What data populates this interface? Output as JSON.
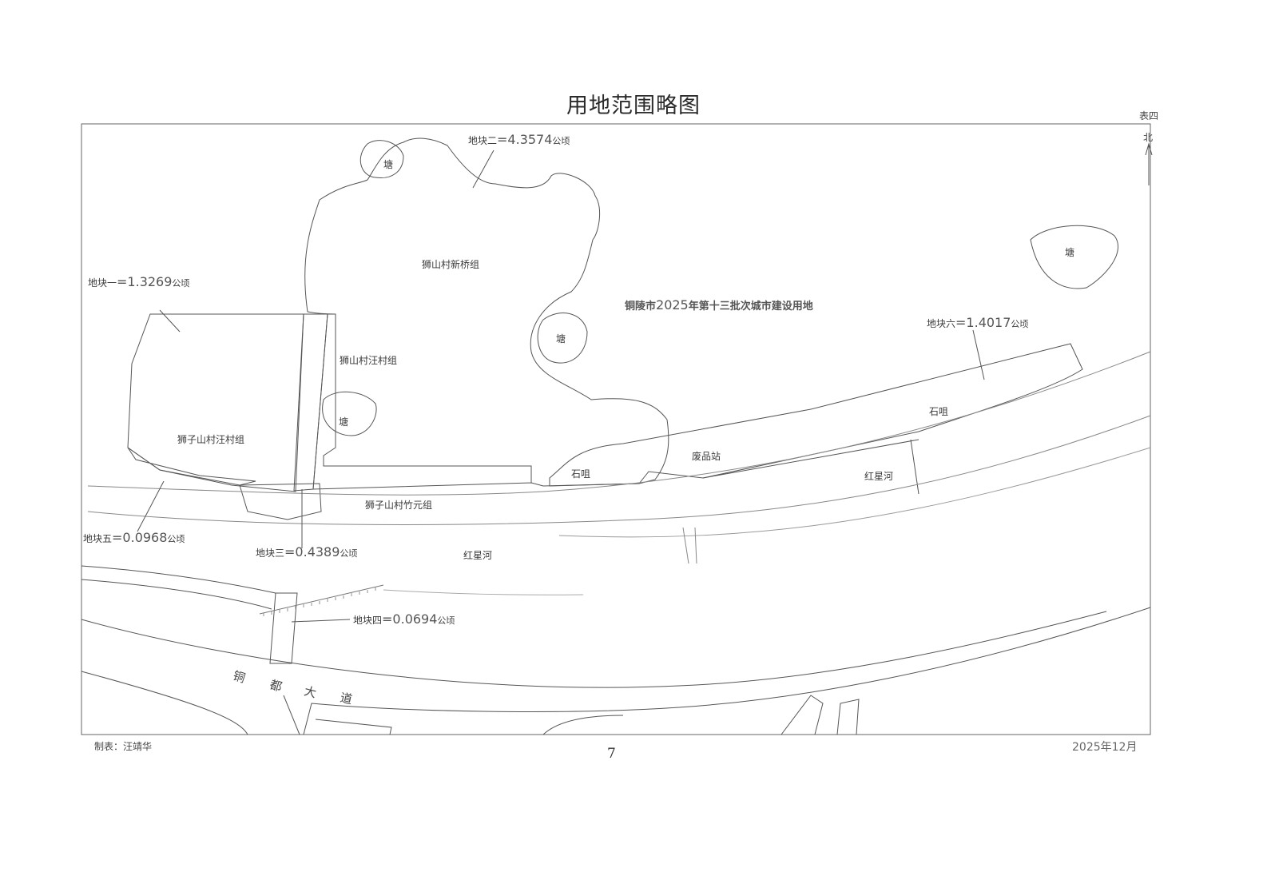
{
  "title": "用地范围略图",
  "table_no": "表四",
  "north": "北",
  "main_label": {
    "prefix": "铜陵市",
    "year": "2025",
    "suffix": "年第十三批次城市建设用地"
  },
  "plots": [
    {
      "id": "plot1",
      "name": "地块一",
      "eq": "=",
      "area": "1.3269",
      "unit": "公顷"
    },
    {
      "id": "plot2",
      "name": "地块二",
      "eq": "=",
      "area": "4.3574",
      "unit": "公顷"
    },
    {
      "id": "plot3",
      "name": "地块三",
      "eq": "=",
      "area": "0.4389",
      "unit": "公顷"
    },
    {
      "id": "plot4",
      "name": "地块四",
      "eq": "=",
      "area": "0.0694",
      "unit": "公顷"
    },
    {
      "id": "plot5",
      "name": "地块五",
      "eq": "=",
      "area": "0.0968",
      "unit": "公顷"
    },
    {
      "id": "plot6",
      "name": "地块六",
      "eq": "=",
      "area": "1.4017",
      "unit": "公顷"
    }
  ],
  "groups": {
    "xinqiao": "狮山村新桥组",
    "wangcun": "狮山村汪村组",
    "shizi_wangcun": "狮子山村汪村组",
    "zhuyuan": "狮子山村竹元组"
  },
  "features": {
    "pond": "塘",
    "shizu": "石咀",
    "feipinzhan": "废品站",
    "hongxinghe": "红星河"
  },
  "road": [
    "铜",
    "都",
    "大",
    "道"
  ],
  "maker": "制表：汪靖华",
  "page_number": "7",
  "date": "2025年12月"
}
